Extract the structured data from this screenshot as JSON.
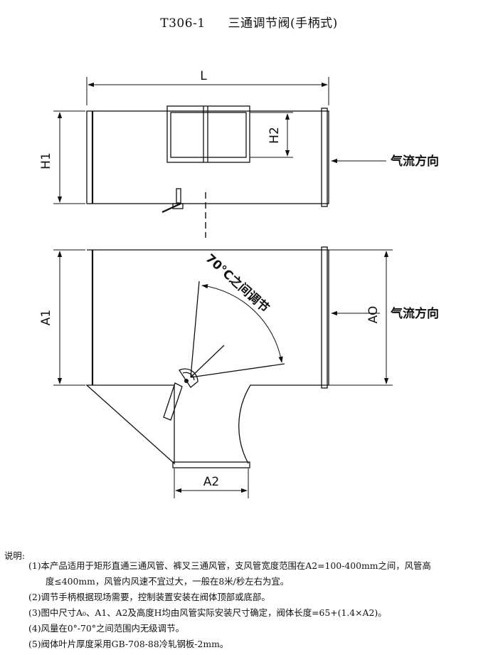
{
  "title": {
    "code": "T306-1",
    "name": "三通调节阀(手柄式)"
  },
  "labels": {
    "L": "L",
    "H1": "H1",
    "H2": "H2",
    "A1": "A1",
    "A0": "AO",
    "A2": "A2",
    "airflow_top": "气流方向",
    "airflow_bottom": "气流方向",
    "angle": "70°C之间调节"
  },
  "notes": {
    "heading": "说明:",
    "items": [
      "(1)本产品适用于矩形直通三通风管、裤叉三通风管，支风管宽度范围在A2=100-400mm之间，风管高",
      "度≤400mm，风管内风速不宜过大，一般在8米/秒左右为宜。",
      "(2)调节手柄根据现场需要，控制装置安装在阀体顶部或底部。",
      "(3)图中尺寸A₀、A1、A2及高度H均由风管实际安装尺寸确定，阀体长度=65+(1.4×A2)。",
      "(4)风量在0°-70°之间范围内无级调节。",
      "(5)阀体叶片厚度采用GB-708-88冷轧钢板-2mm。"
    ]
  }
}
